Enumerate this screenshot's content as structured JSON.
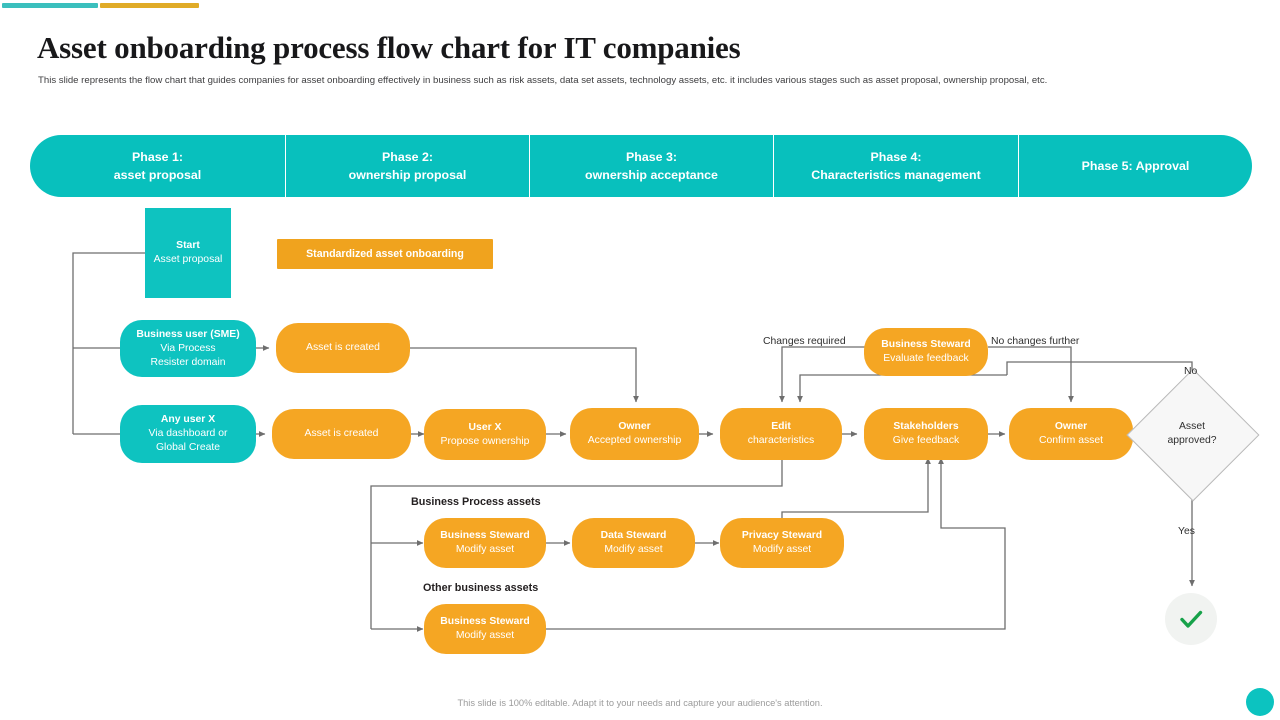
{
  "header": {
    "title": "Asset onboarding process flow chart for IT companies",
    "subtitle": "This slide represents the flow chart that guides companies for asset onboarding effectively in business such as risk assets, data set assets, technology assets, etc. it includes various stages such as asset proposal, ownership proposal, etc."
  },
  "colors": {
    "teal": "#0ec3c0",
    "orange": "#f5a623",
    "banner_orange": "#f0a31e",
    "accent_bar_teal": "#3bbfbd",
    "accent_bar_gold": "#e0ab27",
    "check_green": "#17a24a",
    "wire": "#6e6e6e"
  },
  "phases": [
    {
      "line1": "Phase 1:",
      "line2": "asset proposal"
    },
    {
      "line1": "Phase 2:",
      "line2": "ownership proposal"
    },
    {
      "line1": "Phase 3:",
      "line2": "ownership acceptance"
    },
    {
      "line1": "Phase 4:",
      "line2": "Characteristics management"
    },
    {
      "line1": "Phase 5:  Approval",
      "line2": ""
    }
  ],
  "banner": {
    "label": "Standardized asset onboarding"
  },
  "nodes": {
    "start": {
      "t1": "Start",
      "t2": "Asset proposal"
    },
    "business_user_sme": {
      "t1": "Business user (SME)",
      "t2": "Via Process",
      "t3": "Resister domain"
    },
    "any_user_x": {
      "t1": "Any user X",
      "t2": "Via dashboard or",
      "t3": "Global Create"
    },
    "asset_created_top": {
      "t1": "",
      "t2": "Asset is created"
    },
    "asset_created_bot": {
      "t1": "",
      "t2": "Asset is created"
    },
    "user_x": {
      "t1": "User X",
      "t2": "Propose ownership"
    },
    "owner_accepted": {
      "t1": "Owner",
      "t2": "Accepted ownership"
    },
    "edit_characteristics": {
      "t1": "Edit",
      "t2": "characteristics"
    },
    "business_steward_eval": {
      "t1": "Business  Steward",
      "t2": "Evaluate feedback"
    },
    "stakeholders": {
      "t1": "Stakeholders",
      "t2": "Give feedback"
    },
    "owner_confirm": {
      "t1": "Owner",
      "t2": "Confirm asset"
    },
    "bp_business_steward": {
      "t1": "Business  Steward",
      "t2": "Modify  asset"
    },
    "bp_data_steward": {
      "t1": "Data Steward",
      "t2": "Modify  asset"
    },
    "bp_privacy_steward": {
      "t1": "Privacy  Steward",
      "t2": "Modify  asset"
    },
    "other_business_steward": {
      "t1": "Business  Steward",
      "t2": "Modify  asset"
    }
  },
  "decision": {
    "line1": "Asset",
    "line2": "approved?"
  },
  "wire_labels": {
    "changes_required": "Changes required",
    "no_changes_further": "No changes further",
    "no": "No",
    "yes": "Yes"
  },
  "group_labels": {
    "business_process_assets": "Business Process assets",
    "other_business_assets": "Other business assets"
  },
  "footer": {
    "note": "This slide is 100% editable.  Adapt it to your needs and capture your audience's attention."
  }
}
